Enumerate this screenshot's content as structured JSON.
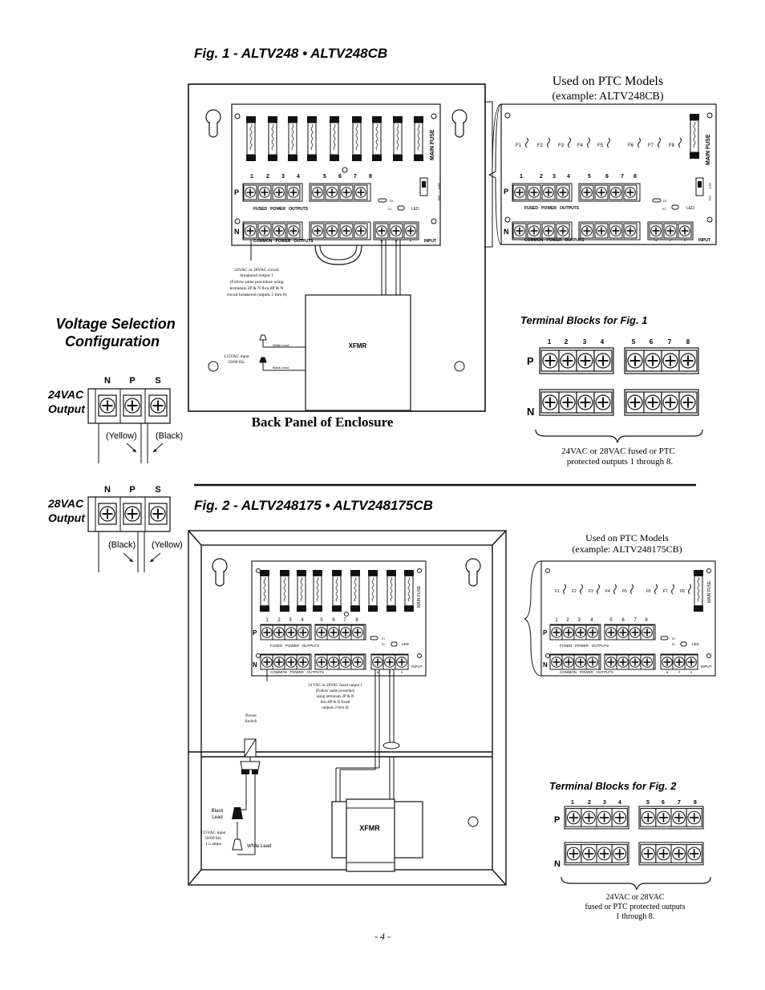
{
  "fig1": {
    "title": "Fig. 1 -  ALTV248 • ALTV248CB",
    "back_panel_label": "Back Panel of Enclosure",
    "circuit_note": [
      "24VAC or 28VAC circuit",
      "breakered output 1",
      "(Follow same procedure using",
      "terminals 2P & N thru 8P & N",
      "circuit breakered outputs 2 thru 8)"
    ],
    "input_note": [
      "115VAC input",
      "50/60 Hz."
    ],
    "white_lead": "White Lead",
    "black_lead": "Black Lead",
    "xfmr": "XFMR",
    "ptc_title": "Used on PTC Models",
    "ptc_example": "(example: ALTV248CB)",
    "terminal_title": "Terminal Blocks for Fig. 1",
    "terminal_caption": [
      "24VAC or 28VAC fused or PTC",
      "protected outputs 1 through 8."
    ]
  },
  "fig2": {
    "title": "Fig. 2 -  ALTV248175 • ALTV248175CB",
    "fused_note": [
      "24 VAC or 28VAC fused output 1",
      "(Follow same procedure",
      "using terminals 2P & N",
      "thru 8P & N fused",
      "outputs 2 thru 8)"
    ],
    "power_switch": [
      "Power",
      "Switch"
    ],
    "black_lead": [
      "Black",
      "Lead"
    ],
    "input_note": [
      "115VAC input",
      "50/60 Hz.",
      "1.5 amps"
    ],
    "white_lead": "White Lead",
    "xfmr": "XFMR",
    "ptc_title": "Used on PTC Models",
    "ptc_example": "(example: ALTV248175CB)",
    "terminal_title": "Terminal Blocks for Fig. 2",
    "terminal_caption": [
      "24VAC or 28VAC",
      "fused or PTC protected outputs",
      "1 through 8."
    ]
  },
  "voltage": {
    "title_line1": "Voltage Selection",
    "title_line2": "Configuration",
    "v24": {
      "line1": "24VAC",
      "line2": "Output",
      "left_wire": "(Yellow)",
      "right_wire": "(Black)"
    },
    "v28": {
      "line1": "28VAC",
      "line2": "Output",
      "left_wire": "(Black)",
      "right_wire": "(Yellow)"
    },
    "terminals": [
      "N",
      "P",
      "S"
    ]
  },
  "board": {
    "numbers": [
      "1",
      "2",
      "3",
      "4",
      "5",
      "6",
      "7",
      "8"
    ],
    "row_p": "P",
    "row_n": "N",
    "fused_label": "FUSED   POWER   OUTPUTS",
    "common_label": "COMMON   POWER   OUTPUTS",
    "main_fuse": "MAIN FUSE",
    "led": "LED",
    "input": "INPUT",
    "off": "OFF",
    "on": "ON",
    "d1": "D1",
    "s1": "S1",
    "fuse_labels": [
      "F1",
      "F2",
      "F3",
      "F4",
      "F5",
      "F6",
      "F7",
      "F8"
    ],
    "nps": [
      "N",
      "P",
      "S"
    ]
  },
  "page_number": "- 4 -"
}
